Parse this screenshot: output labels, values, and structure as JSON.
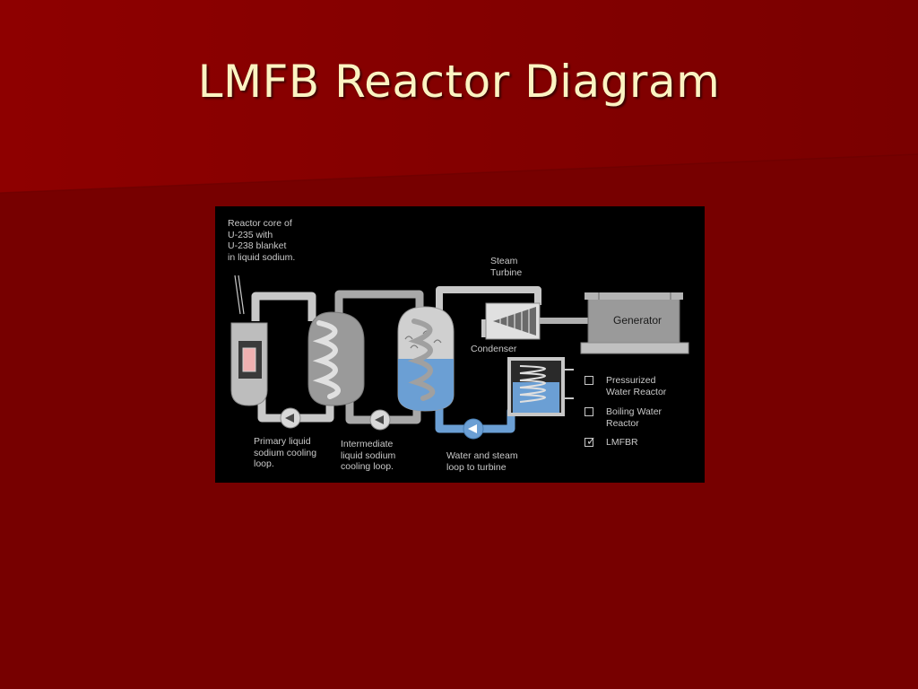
{
  "slide": {
    "title": "LMFB Reactor Diagram",
    "colors": {
      "background": "#770000",
      "background_upper": "#8a0000",
      "title_text": "#fbf3c2",
      "diagram_background": "#000000",
      "pipe": "#c8c8c8",
      "water": "#6b9fd4",
      "label_text": "#c9c9c9"
    }
  },
  "diagram": {
    "core_label": [
      "Reactor core of",
      "U-235 with",
      "U-238 blanket",
      "in liquid sodium."
    ],
    "turbine_label": [
      "Steam",
      "Turbine"
    ],
    "generator_label": "Generator",
    "condenser_label": "Condenser",
    "primary_loop_label": [
      "Primary liquid",
      "sodium cooling",
      "loop."
    ],
    "intermediate_loop_label": [
      "Intermediate",
      "liquid sodium",
      "cooling loop."
    ],
    "water_loop_label": [
      "Water and steam",
      "loop to turbine"
    ],
    "legend": [
      {
        "label": [
          "Pressurized",
          "Water Reactor"
        ],
        "checked": false
      },
      {
        "label": [
          "Boiling Water",
          "Reactor"
        ],
        "checked": false
      },
      {
        "label": [
          "LMFBR"
        ],
        "checked": true
      }
    ],
    "legend_check_glyph": "✓"
  }
}
